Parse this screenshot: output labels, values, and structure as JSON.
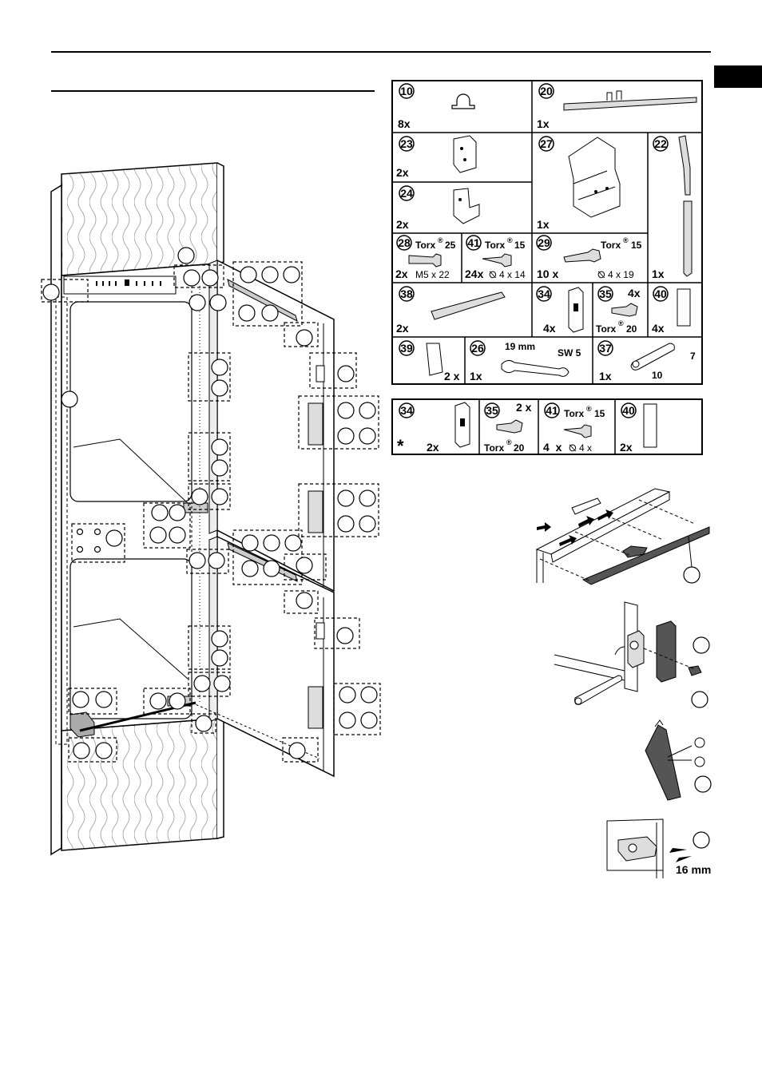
{
  "colors": {
    "ink": "#000000",
    "page": "#ffffff",
    "part_fill": "#d9d9d9",
    "dark_fill": "#555555"
  },
  "fridge_diagram": {
    "circle_count": 72
  },
  "parts_table": {
    "cells": [
      {
        "num": "10",
        "qty": "8x"
      },
      {
        "num": "20",
        "qty": "1x"
      },
      {
        "num": "23",
        "qty": "2x"
      },
      {
        "num": "27",
        "qty": "1x"
      },
      {
        "num": "22",
        "qty": "1x"
      },
      {
        "num": "24",
        "qty": "2x"
      },
      {
        "num": "28",
        "torx": "Torx",
        "reg": "®",
        "torx_size": "25",
        "qty": "2x",
        "dim": "M5 x 22"
      },
      {
        "num": "41",
        "torx": "Torx",
        "reg": "®",
        "torx_size": "15",
        "qty": "24x",
        "dim": "⦰ 4 x 14"
      },
      {
        "num": "29",
        "torx": "Torx",
        "reg": "®",
        "torx_size": "15",
        "qty": "10 x",
        "dim": "⦰ 4 x 19"
      },
      {
        "num": "38",
        "qty": "2x"
      },
      {
        "num": "34",
        "qty": "4x"
      },
      {
        "num": "35",
        "qty": "4x",
        "torx": "Torx",
        "reg": "®",
        "torx_size": "20"
      },
      {
        "num": "40",
        "qty": "4x"
      },
      {
        "num": "39",
        "qty": "2 x"
      },
      {
        "num": "26",
        "qty": "1x",
        "dim1": "19 mm",
        "dim2": "SW 5"
      },
      {
        "num": "37",
        "qty": "1x",
        "dim1": "7",
        "dim2": "10"
      }
    ]
  },
  "optional_table": {
    "star": "*",
    "cells": [
      {
        "num": "34",
        "qty": "2x"
      },
      {
        "num": "35",
        "qty": "2 x",
        "torx": "Torx",
        "reg": "®",
        "torx_size": "20"
      },
      {
        "num": "41",
        "torx": "Torx",
        "reg": "®",
        "torx_size": "15",
        "qty": "4  x",
        "dim": "⦰ 4 x"
      },
      {
        "num": "40",
        "qty": "2x"
      }
    ]
  },
  "detail_figures": {
    "hinge_dimension": "16 mm"
  }
}
